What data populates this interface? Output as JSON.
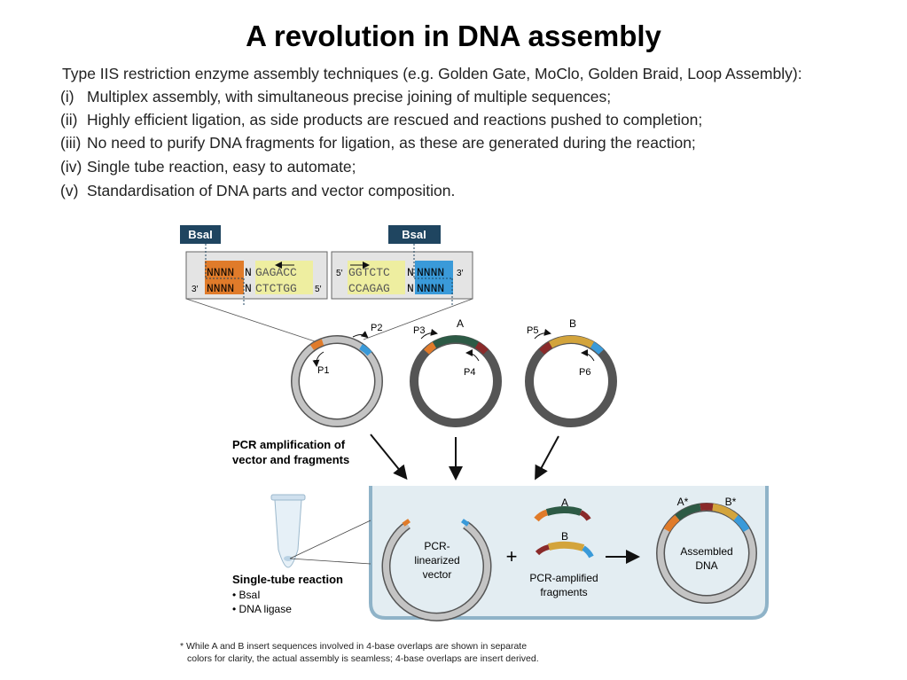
{
  "title": "A revolution in DNA assembly",
  "intro": "Type IIS restriction enzyme assembly techniques (e.g. Golden Gate, MoClo, Golden Braid, Loop Assembly):",
  "items": [
    {
      "num": "(i)",
      "text": "Multiplex assembly, with simultaneous precise joining of multiple sequences;"
    },
    {
      "num": "(ii)",
      "text": "Highly efficient ligation, as side products are rescued and reactions pushed to completion;"
    },
    {
      "num": "(iii)",
      "text": "No need to purify DNA fragments for ligation, as these are generated during the reaction;"
    },
    {
      "num": "(iv)",
      "text": "Single tube reaction, easy to automate;"
    },
    {
      "num": "(v)",
      "text": "Standardisation of DNA parts and vector composition."
    }
  ],
  "diagram": {
    "enzyme": "BsaI",
    "left_seq": {
      "top_n": "NNNN",
      "top_n2": "N",
      "top_site": "GAGACC",
      "bot_end": "3′",
      "bot_n": "NNNN",
      "bot_n2": "N",
      "bot_site": "CTCTGG",
      "bot_end2": "5′"
    },
    "right_seq": {
      "top_end": "5′",
      "top_site": "GGTCTC",
      "top_n2": "N",
      "top_n": "NNNN",
      "top_end2": "3′",
      "bot_site": "CCAGAG",
      "bot_n2": "N",
      "bot_n": "NNNN"
    },
    "primers": [
      "P1",
      "P2",
      "P3",
      "P4",
      "P5",
      "P6"
    ],
    "frag_a": "A",
    "frag_b": "B",
    "pcr_label_1": "PCR amplification of",
    "pcr_label_2": "vector and fragments",
    "tube_title": "Single-tube reaction",
    "tube_items": [
      "• BsaI",
      "• DNA ligase"
    ],
    "vector_label": [
      "PCR-",
      "linearized",
      "vector"
    ],
    "plus": "+",
    "fragments_label": [
      "PCR-amplified",
      "fragments"
    ],
    "assembled_label": [
      "Assembled",
      "DNA"
    ],
    "a_star": "A*",
    "b_star": "B*",
    "footnote_1": "* While A and B insert sequences involved in 4-base overlaps are shown in separate",
    "footnote_2": "colors for clarity, the actual assembly is seamless; 4-base overlaps are insert derived."
  },
  "colors": {
    "orange": "#e07b2a",
    "blue": "#3a9ad9",
    "green": "#2d5a45",
    "maroon": "#8a2a2a",
    "gold": "#d3a43c",
    "yellow": "#eeeea0",
    "navy": "#1f4560",
    "bath": "#e3edf2"
  }
}
